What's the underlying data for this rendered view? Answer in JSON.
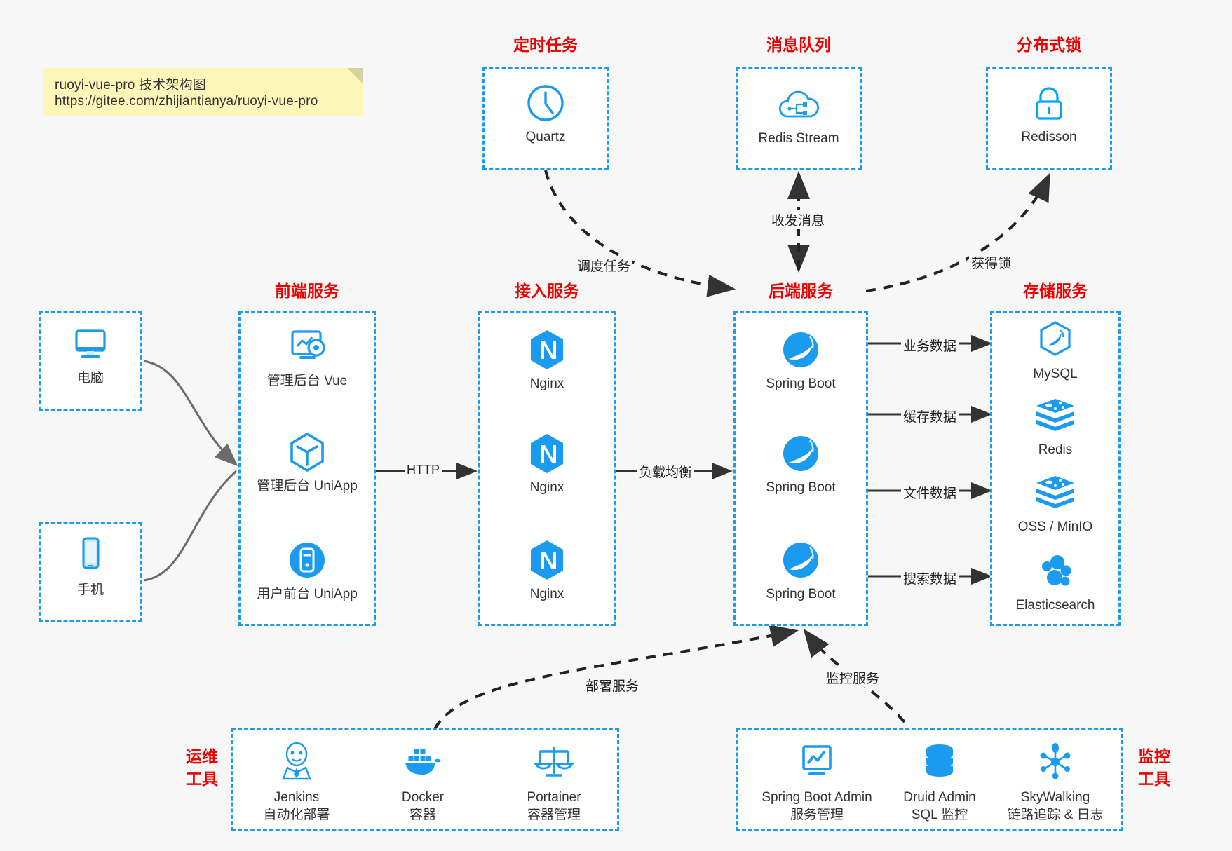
{
  "note": {
    "line1": "ruoyi-vue-pro 技术架构图",
    "line2": "https://gitee.com/zhijiantianya/ruoyi-vue-pro"
  },
  "colors": {
    "accent": "#1a9bf0",
    "title_red": "#ee0000",
    "background": "#f7f7f7",
    "edge": "#333333"
  },
  "groups": {
    "scheduler": {
      "title": "定时任务",
      "nodes": [
        {
          "label": "Quartz",
          "icon": "clock-icon"
        }
      ]
    },
    "mq": {
      "title": "消息队列",
      "nodes": [
        {
          "label": "Redis Stream",
          "icon": "cloud-stream-icon"
        }
      ]
    },
    "lock": {
      "title": "分布式锁",
      "nodes": [
        {
          "label": "Redisson",
          "icon": "padlock-icon"
        }
      ]
    },
    "clients": {
      "nodes": [
        {
          "label": "电脑",
          "icon": "desktop-monitor-icon"
        },
        {
          "label": "手机",
          "icon": "smartphone-icon"
        }
      ]
    },
    "frontend": {
      "title": "前端服务",
      "nodes": [
        {
          "label": "管理后台 Vue",
          "icon": "dashboard-gear-icon"
        },
        {
          "label": "管理后台 UniApp",
          "icon": "hexagon-cube-icon"
        },
        {
          "label": "用户前台 UniApp",
          "icon": "mobile-circle-icon"
        }
      ]
    },
    "gateway": {
      "title": "接入服务",
      "nodes": [
        {
          "label": "Nginx",
          "icon": "nginx-icon"
        },
        {
          "label": "Nginx",
          "icon": "nginx-icon"
        },
        {
          "label": "Nginx",
          "icon": "nginx-icon"
        }
      ]
    },
    "backend": {
      "title": "后端服务",
      "nodes": [
        {
          "label": "Spring Boot",
          "icon": "spring-boot-icon"
        },
        {
          "label": "Spring Boot",
          "icon": "spring-boot-icon"
        },
        {
          "label": "Spring Boot",
          "icon": "spring-boot-icon"
        }
      ]
    },
    "storage": {
      "title": "存储服务",
      "nodes": [
        {
          "label": "MySQL",
          "icon": "mysql-dolphin-icon"
        },
        {
          "label": "Redis",
          "icon": "redis-stack-icon"
        },
        {
          "label": "OSS / MinIO",
          "icon": "redis-stack-icon"
        },
        {
          "label": "Elasticsearch",
          "icon": "elasticsearch-icon"
        }
      ]
    },
    "devops": {
      "title_line1": "运维",
      "title_line2": "工具",
      "nodes": [
        {
          "label": "Jenkins",
          "sublabel": "自动化部署",
          "icon": "jenkins-butler-icon"
        },
        {
          "label": "Docker",
          "sublabel": "容器",
          "icon": "docker-whale-icon"
        },
        {
          "label": "Portainer",
          "sublabel": "容器管理",
          "icon": "scales-icon"
        }
      ]
    },
    "monitoring": {
      "title_line1": "监控",
      "title_line2": "工具",
      "nodes": [
        {
          "label": "Spring Boot Admin",
          "sublabel": "服务管理",
          "icon": "monitor-chart-icon"
        },
        {
          "label": "Druid Admin",
          "sublabel": "SQL 监控",
          "icon": "database-cylinder-icon"
        },
        {
          "label": "SkyWalking",
          "sublabel": "链路追踪 & 日志",
          "icon": "network-nodes-icon"
        }
      ]
    }
  },
  "edges": [
    {
      "id": "http",
      "label": "HTTP"
    },
    {
      "id": "load-balance",
      "label": "负载均衡"
    },
    {
      "id": "schedule-task",
      "label": "调度任务"
    },
    {
      "id": "send-receive-message",
      "label": "收发消息"
    },
    {
      "id": "acquire-lock",
      "label": "获得锁"
    },
    {
      "id": "business-data",
      "label": "业务数据"
    },
    {
      "id": "cache-data",
      "label": "缓存数据"
    },
    {
      "id": "file-data",
      "label": "文件数据"
    },
    {
      "id": "search-data",
      "label": "搜索数据"
    },
    {
      "id": "deploy-service",
      "label": "部署服务"
    },
    {
      "id": "monitor-service",
      "label": "监控服务"
    }
  ]
}
